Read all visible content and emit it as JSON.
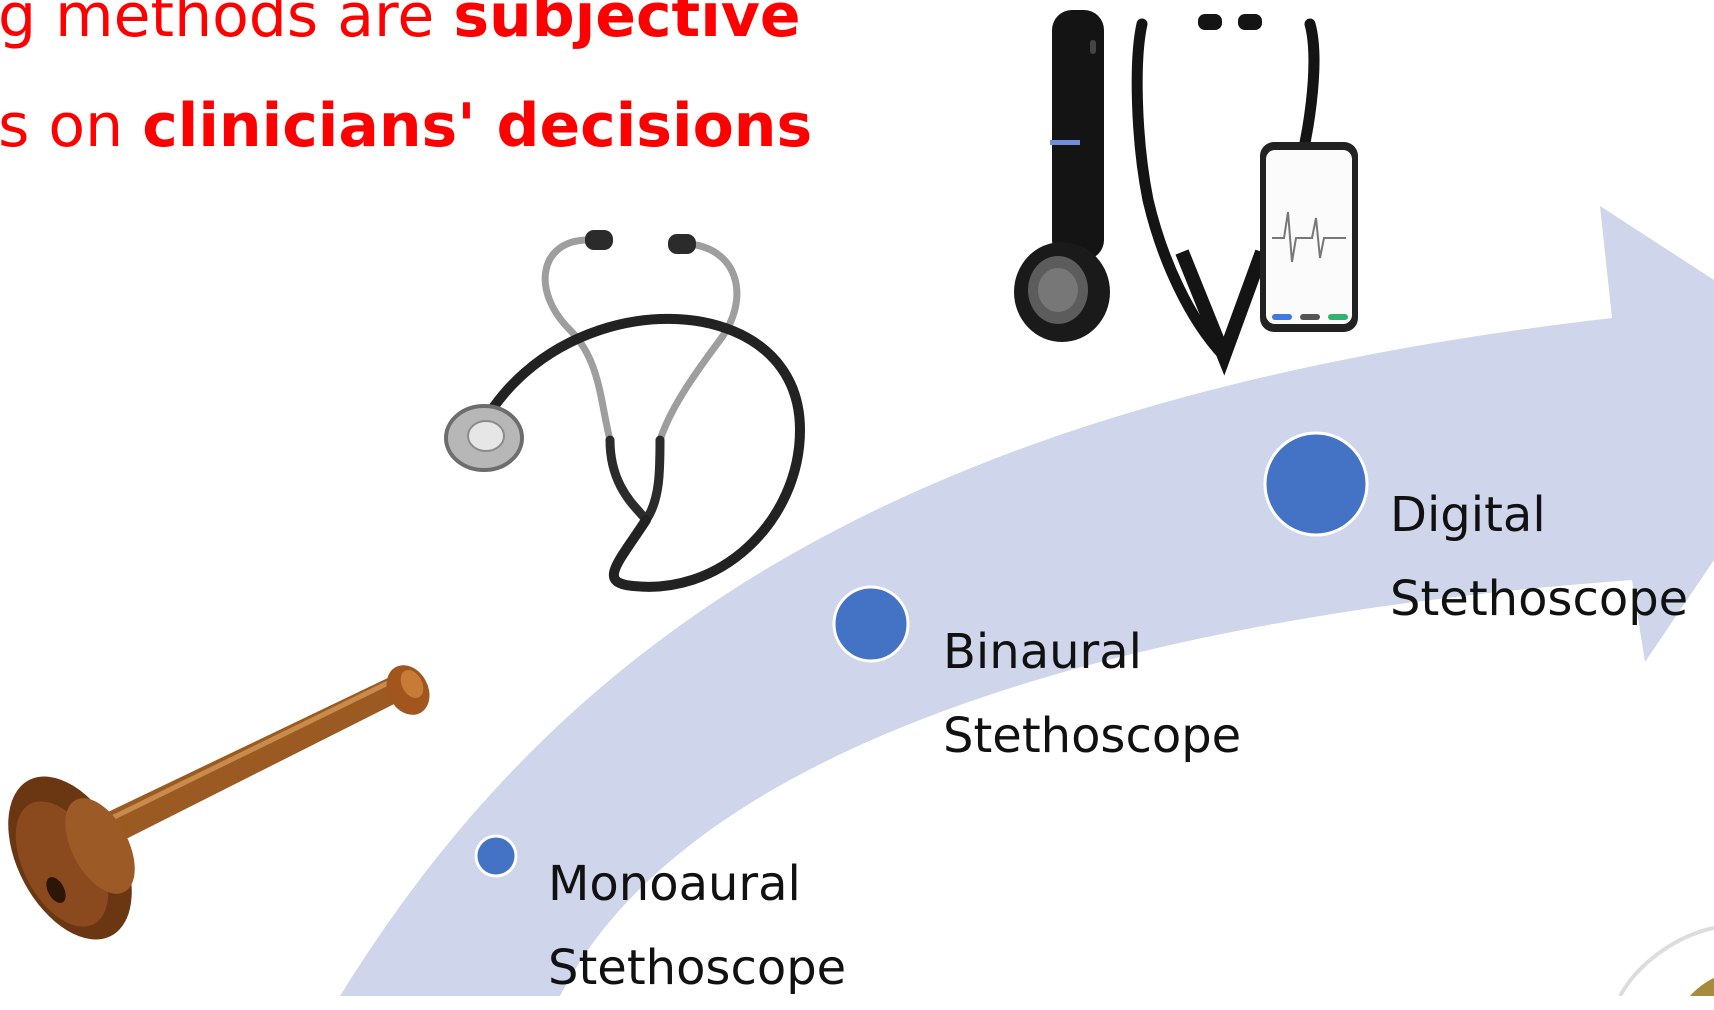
{
  "heading": {
    "line1_prefix": "ng methods are ",
    "line1_bold": "subjective",
    "line2_prefix": "ds on ",
    "line2_bold": "clinicians' decisions"
  },
  "stages": [
    {
      "line1": "Monoaural",
      "line2": "Stethoscope"
    },
    {
      "line1": "Binaural",
      "line2": "Stethoscope"
    },
    {
      "line1": "Digital",
      "line2": "Stethoscope"
    }
  ],
  "colors": {
    "heading": "#ff0000",
    "arrow": "#cfd5ea",
    "dot": "#4472c4",
    "label": "#111111"
  },
  "icons": {
    "monoaural": "wooden-monoaural-stethoscope-image",
    "binaural": "binaural-stethoscope-image",
    "digital": "digital-stethoscope-with-phone-image"
  }
}
